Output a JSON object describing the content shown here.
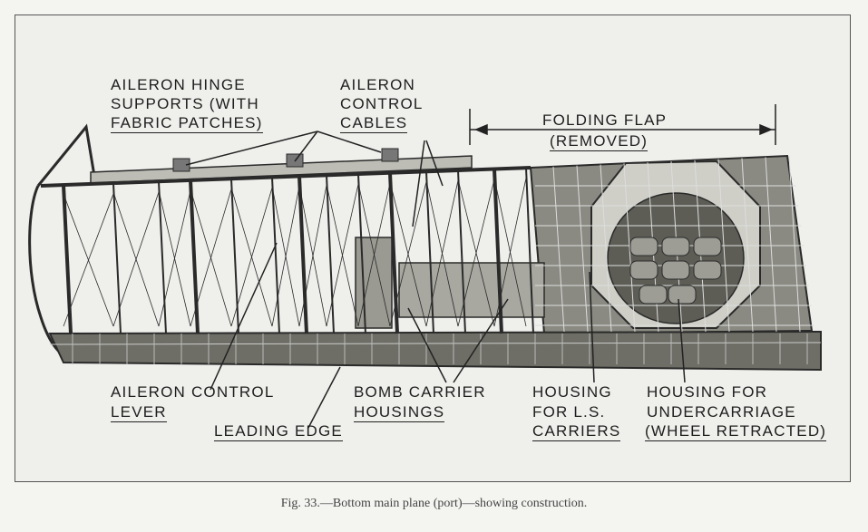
{
  "figure": {
    "labels": {
      "aileron_hinge_supports": [
        "AILERON HINGE",
        "SUPPORTS (WITH",
        "FABRIC PATCHES)"
      ],
      "aileron_control_cables": [
        "AILERON",
        "CONTROL",
        "CABLES"
      ],
      "folding_flap": [
        "FOLDING FLAP",
        "(REMOVED)"
      ],
      "aileron_control_lever": [
        "AILERON CONTROL",
        "LEVER"
      ],
      "leading_edge": [
        "LEADING EDGE"
      ],
      "bomb_carrier_housings": [
        "BOMB CARRIER",
        "HOUSINGS"
      ],
      "housing_ls_carriers": [
        "HOUSING",
        "FOR L.S.",
        "CARRIERS"
      ],
      "housing_undercarriage": [
        "HOUSING FOR",
        "UNDERCARRIAGE",
        "(WHEEL RETRACTED)"
      ]
    },
    "caption": "Fig. 33.—Bottom main plane (port)—showing construction."
  }
}
